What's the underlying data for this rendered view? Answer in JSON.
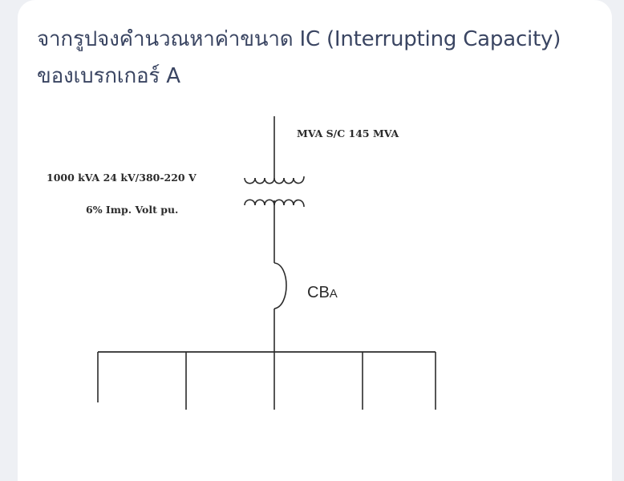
{
  "question": {
    "text": "จากรูปจงคำนวณหาค่าขนาด IC (Interrupting Capacity) ของเบรกเกอร์ A"
  },
  "diagram": {
    "source_label": "MVA  S/C 145 MVA",
    "transformer_rating": "1000 kVA    24 kV/380-220 V",
    "transformer_impedance": "6% Imp. Volt pu.",
    "breaker_label_main": "CB",
    "breaker_label_sub": "A",
    "feeder_count": "5",
    "line_color": "#2b2b2b"
  }
}
